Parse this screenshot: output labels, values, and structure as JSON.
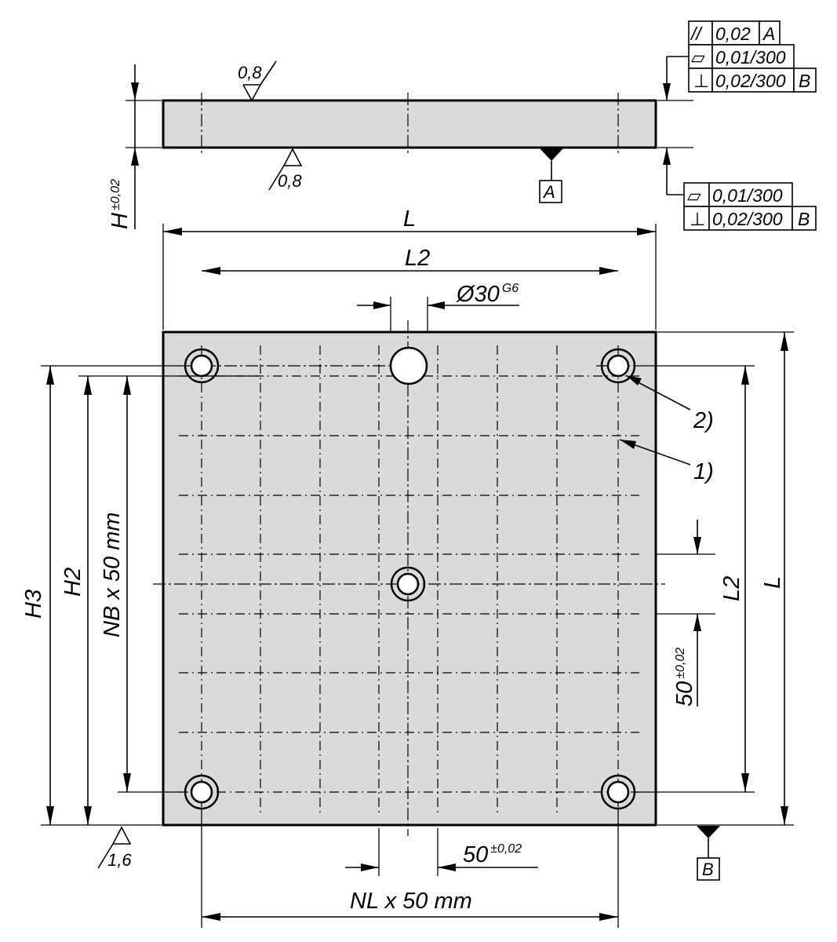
{
  "labels": {
    "L_top": "L",
    "L2_top": "L2",
    "bore": "Ø30",
    "bore_tol": "G6",
    "H": "H",
    "H_tol": "±0,02",
    "datum_A": "A",
    "datum_B": "B",
    "rough_top": "0,8",
    "rough_bottom": "0,8",
    "rough_side": "1,6",
    "H3": "H3",
    "H2": "H2",
    "NB": "NB x 50 mm",
    "NL": "NL x 50 mm",
    "pitch": "50",
    "pitch_tol": "±0,02",
    "pitch_v": "50",
    "pitch_v_tol": "±0,02",
    "L2_right": "L2",
    "L_right": "L",
    "callout_1": "1)",
    "callout_2": "2)"
  },
  "fcf_top": [
    {
      "symbol": "//",
      "value": "0,02",
      "datum": "A"
    },
    {
      "symbol": "▱",
      "value": "0,01/300",
      "datum": ""
    },
    {
      "symbol": "⊥",
      "value": "0,02/300",
      "datum": "B"
    }
  ],
  "fcf_bottom": [
    {
      "symbol": "▱",
      "value": "0,01/300",
      "datum": ""
    },
    {
      "symbol": "⊥",
      "value": "0,02/300",
      "datum": "B"
    }
  ]
}
